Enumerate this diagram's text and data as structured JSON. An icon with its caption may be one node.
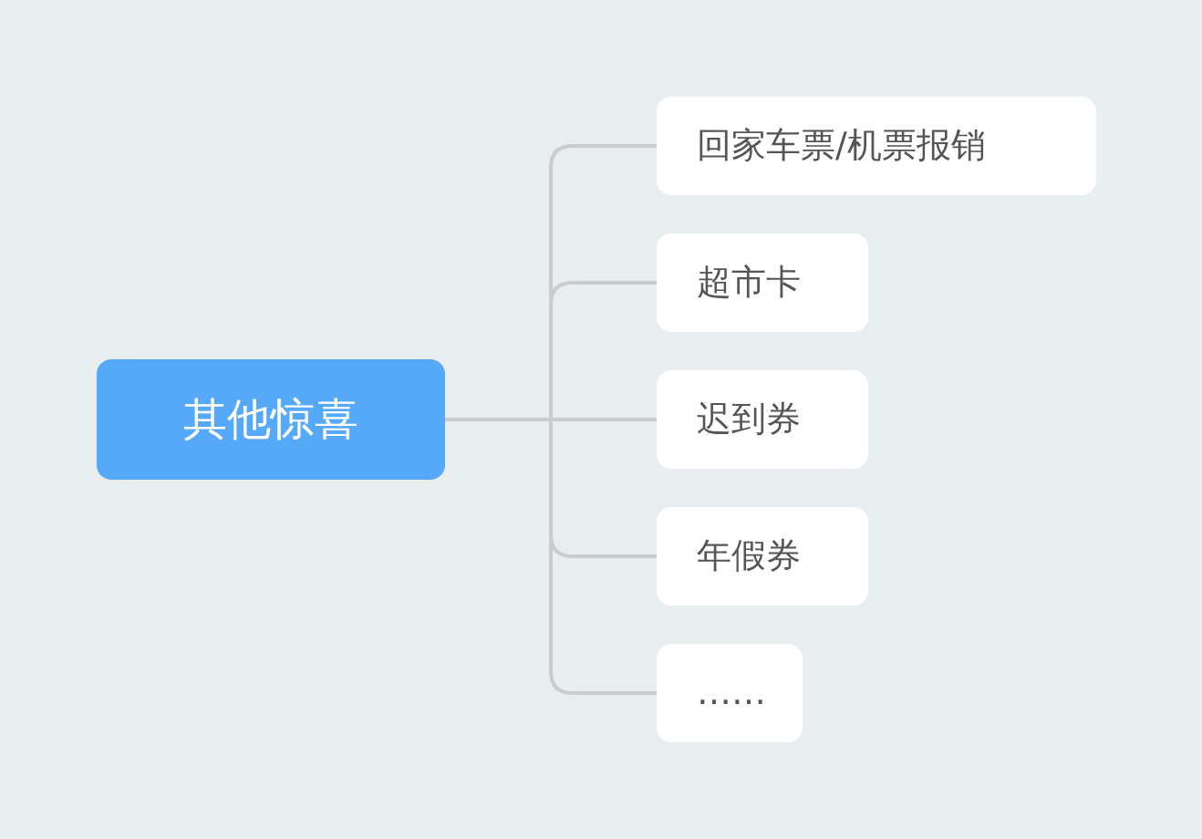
{
  "diagram": {
    "nodes": [
      {
        "text": [
          "其他惊喜"
        ]
      },
      {
        "text": [
          "回家车票/机票报销"
        ]
      },
      {
        "text": [
          "超市卡"
        ]
      },
      {
        "text": [
          "迟到券"
        ]
      },
      {
        "text": [
          "年假券"
        ]
      },
      {
        "text": [
          "……"
        ]
      }
    ],
    "edges": [
      {
        "from": 0,
        "to": 1,
        "arrow": "none"
      },
      {
        "from": 0,
        "to": 2,
        "arrow": "none"
      },
      {
        "from": 0,
        "to": 3,
        "arrow": "none"
      },
      {
        "from": 0,
        "to": 4,
        "arrow": "none"
      },
      {
        "from": 0,
        "to": 5,
        "arrow": "none"
      }
    ]
  }
}
